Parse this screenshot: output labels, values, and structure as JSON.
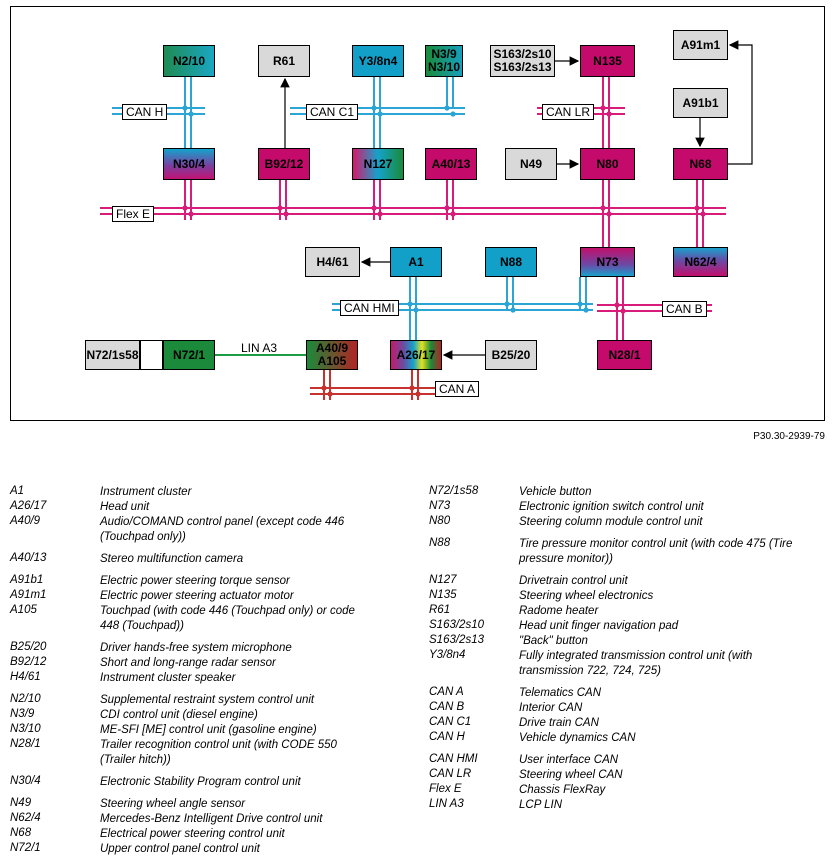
{
  "figure_id": "P30.30-2939-79",
  "nodes": {
    "n2_10": "N2/10",
    "r61": "R61",
    "y3_8n4": "Y3/8n4",
    "n3_9": "N3/9",
    "n3_10": "N3/10",
    "s163_2s10": "S163/2s10",
    "s163_2s13": "S163/2s13",
    "n135": "N135",
    "a91m1": "A91m1",
    "a91b1": "A91b1",
    "n30_4": "N30/4",
    "b92_12": "B92/12",
    "n127": "N127",
    "a40_13": "A40/13",
    "n49": "N49",
    "n80": "N80",
    "n68": "N68",
    "h4_61": "H4/61",
    "a1": "A1",
    "n88": "N88",
    "n73": "N73",
    "n62_4": "N62/4",
    "n72_1s58": "N72/1s58",
    "n72_1": "N72/1",
    "a40_9": "A40/9",
    "a105": "A105",
    "a26_17": "A26/17",
    "b25_20": "B25/20",
    "n28_1": "N28/1"
  },
  "buses": {
    "can_h": "CAN H",
    "can_c1": "CAN C1",
    "can_lr": "CAN LR",
    "flex_e": "Flex E",
    "can_hmi": "CAN HMI",
    "can_b": "CAN B",
    "can_a": "CAN A",
    "lin_a3": "LIN A3"
  },
  "colors": {
    "can_blue": "#2aa5d6",
    "can_magenta": "#d91c7a",
    "can_red": "#c8322e",
    "lin_green": "#1f9a45"
  },
  "legend_left": [
    {
      "code": "A1",
      "desc": "Instrument cluster"
    },
    {
      "code": "A26/17",
      "desc": "Head unit"
    },
    {
      "code": "A40/9",
      "desc": "Audio/COMAND control panel (except code 446 (Touchpad only))"
    },
    {
      "code": "A40/13",
      "desc": "Stereo multifunction camera"
    },
    {
      "code": "A91b1",
      "desc": "Electric power steering torque sensor"
    },
    {
      "code": "A91m1",
      "desc": "Electric power steering actuator motor"
    },
    {
      "code": "A105",
      "desc": "Touchpad (with code 446 (Touchpad only) or code 448 (Touchpad))"
    },
    {
      "code": "B25/20",
      "desc": "Driver hands-free system microphone"
    },
    {
      "code": "B92/12",
      "desc": "Short and long-range radar sensor"
    },
    {
      "code": "H4/61",
      "desc": "Instrument cluster speaker"
    },
    {
      "code": "N2/10",
      "desc": "Supplemental restraint system control unit"
    },
    {
      "code": "N3/9",
      "desc": "CDI control unit (diesel engine)"
    },
    {
      "code": "N3/10",
      "desc": "ME-SFI [ME] control unit (gasoline engine)"
    },
    {
      "code": "N28/1",
      "desc": "Trailer recognition control unit (with CODE 550 (Trailer hitch))"
    },
    {
      "code": "N30/4",
      "desc": "Electronic Stability Program control unit"
    },
    {
      "code": "N49",
      "desc": "Steering wheel angle sensor"
    },
    {
      "code": "N62/4",
      "desc": "Mercedes-Benz Intelligent Drive control unit"
    },
    {
      "code": "N68",
      "desc": "Electrical power steering control unit"
    },
    {
      "code": "N72/1",
      "desc": "Upper control panel control unit"
    }
  ],
  "legend_right": [
    {
      "code": "N72/1s58",
      "desc": "Vehicle button"
    },
    {
      "code": "N73",
      "desc": "Electronic ignition switch control unit"
    },
    {
      "code": "N80",
      "desc": "Steering column module control unit"
    },
    {
      "code": "N88",
      "desc": "Tire pressure monitor control unit (with code 475 (Tire pressure monitor))"
    },
    {
      "code": "N127",
      "desc": "Drivetrain control unit"
    },
    {
      "code": "N135",
      "desc": "Steering wheel electronics"
    },
    {
      "code": "R61",
      "desc": "Radome heater"
    },
    {
      "code": "S163/2s10",
      "desc": "Head unit finger navigation pad"
    },
    {
      "code": "S163/2s13",
      "desc": "\"Back\" button"
    },
    {
      "code": "Y3/8n4",
      "desc": "Fully integrated transmission control unit (with transmission 722, 724, 725)"
    },
    {
      "code": "CAN A",
      "desc": "Telematics CAN"
    },
    {
      "code": "CAN B",
      "desc": "Interior CAN"
    },
    {
      "code": "CAN C1",
      "desc": "Drive train CAN"
    },
    {
      "code": "CAN H",
      "desc": "Vehicle dynamics CAN"
    },
    {
      "code": "CAN HMI",
      "desc": "User interface CAN"
    },
    {
      "code": "CAN LR",
      "desc": "Steering wheel CAN"
    },
    {
      "code": "Flex E",
      "desc": "Chassis FlexRay"
    },
    {
      "code": "LIN A3",
      "desc": "LCP LIN"
    }
  ]
}
